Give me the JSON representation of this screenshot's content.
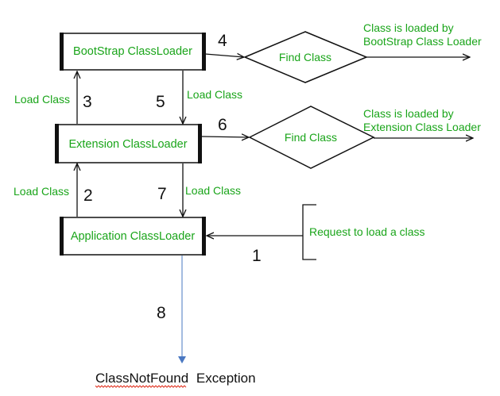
{
  "boxes": {
    "bootstrap": "BootStrap ClassLoader",
    "extension": "Extension ClassLoader",
    "application": "Application ClassLoader"
  },
  "diamonds": {
    "top": "Find Class",
    "middle": "Find Class"
  },
  "results": {
    "top_line1": "Class is loaded by",
    "top_line2": "BootStrap Class Loader",
    "middle_line1": "Class is loaded by",
    "middle_line2": "Extension Class Loader"
  },
  "edge_labels": {
    "load_class_3": "Load Class",
    "load_class_5": "Load Class",
    "load_class_2": "Load Class",
    "load_class_7": "Load Class"
  },
  "request": "Request to load a class",
  "steps": {
    "s1": "1",
    "s2": "2",
    "s3": "3",
    "s4": "4",
    "s5": "5",
    "s6": "6",
    "s7": "7",
    "s8": "8"
  },
  "exception": {
    "word1": "ClassNotFound",
    "word2": "Exception"
  },
  "colors": {
    "label_green": "#1aa51a",
    "line_black": "#111111",
    "exception_arrow_blue": "#4a78c2",
    "spellcheck_red": "#e0301e"
  }
}
